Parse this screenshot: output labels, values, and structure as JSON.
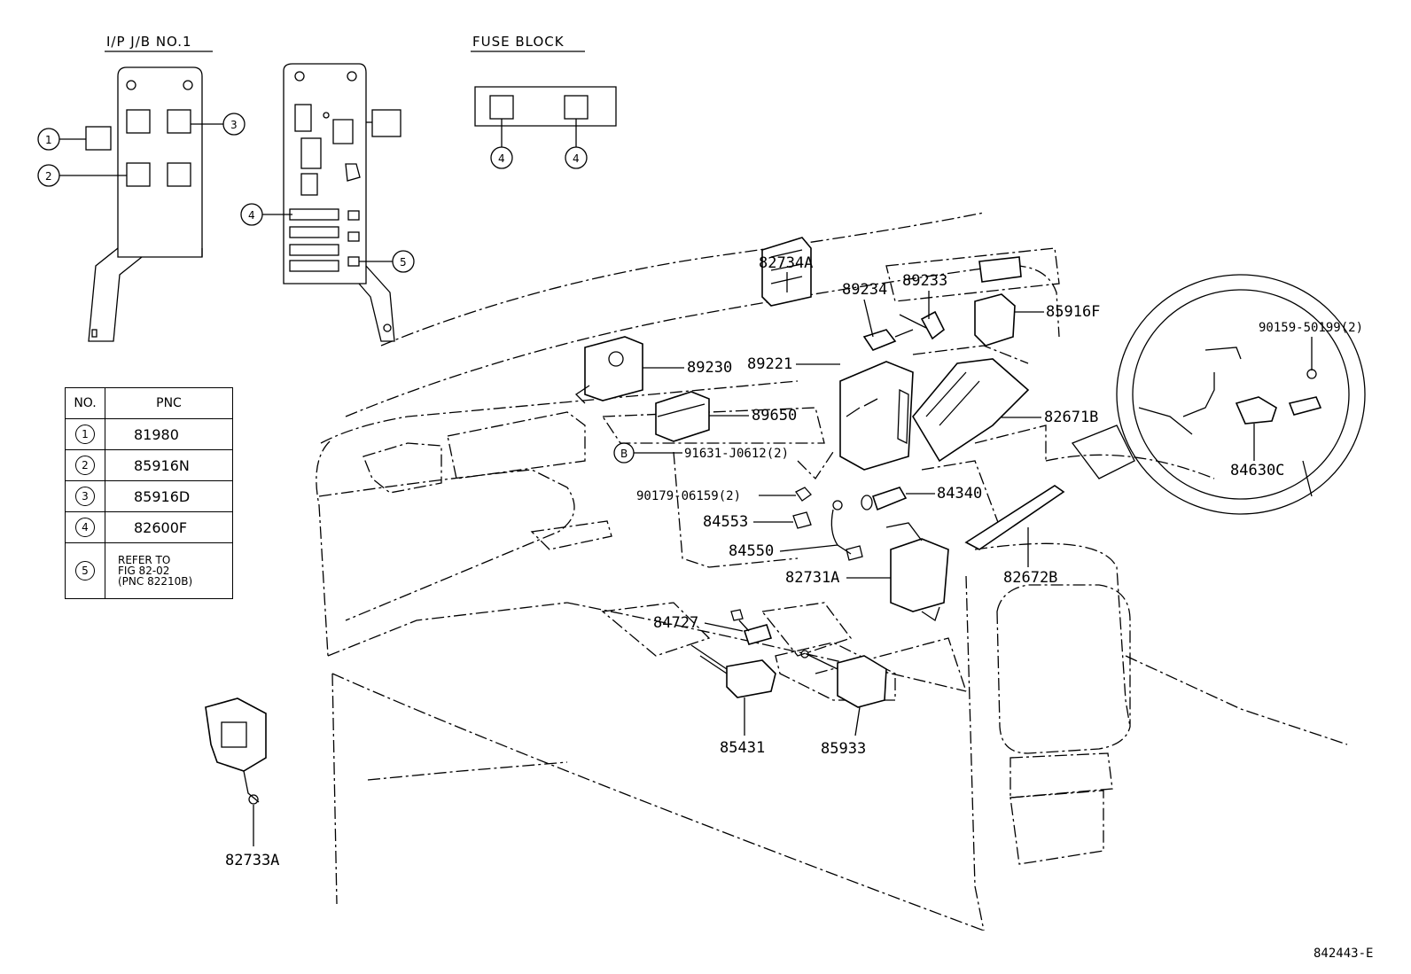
{
  "headers": {
    "ip_jb": "I/P  J/B  NO.1",
    "fuse_block": "FUSE  BLOCK"
  },
  "table": {
    "col_no": "NO.",
    "col_pnc": "PNC",
    "rows": [
      {
        "no": "1",
        "pnc": "81980"
      },
      {
        "no": "2",
        "pnc": "85916N"
      },
      {
        "no": "3",
        "pnc": "85916D"
      },
      {
        "no": "4",
        "pnc": "82600F"
      },
      {
        "no": "5",
        "ref1": "REFER TO",
        "ref2": "FIG 82-02",
        "ref3": "(PNC 82210B)"
      }
    ]
  },
  "callouts": {
    "c1": "1",
    "c2": "2",
    "c3": "3",
    "c4a": "4",
    "c4b": "4",
    "c4c": "4",
    "c5": "5",
    "cB": "B"
  },
  "labels": {
    "p82734A": "82734A",
    "p89234": "89234",
    "p89233": "89233",
    "p85916F": "85916F",
    "p90159": "90159-50199(2)",
    "p89230": "89230",
    "p89221": "89221",
    "p89650": "89650",
    "p82671B": "82671B",
    "p91631": "91631-J0612(2)",
    "p90179": "90179-06159(2)",
    "p84340": "84340",
    "p84630C": "84630C",
    "p84553": "84553",
    "p84550": "84550",
    "p82731A": "82731A",
    "p82672B": "82672B",
    "p84727": "84727",
    "p85431": "85431",
    "p85933": "85933",
    "p82733A": "82733A",
    "figure_id": "842443-E"
  }
}
